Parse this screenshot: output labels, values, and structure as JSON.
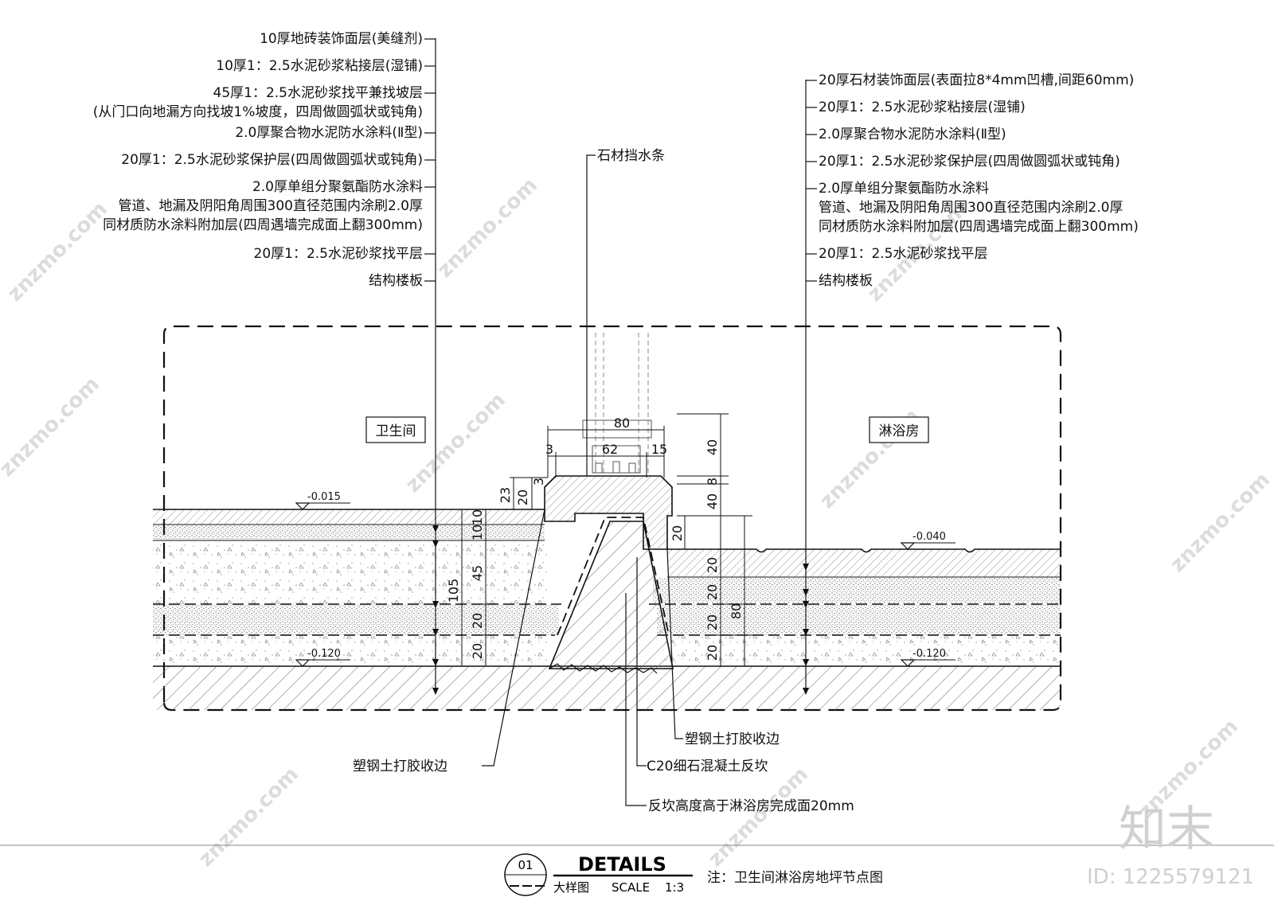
{
  "left_callouts": [
    {
      "lines": [
        "10厚地砖装饰面层(美缝剂)"
      ]
    },
    {
      "lines": [
        "10厚1：2.5水泥砂浆粘接层(湿铺)"
      ]
    },
    {
      "lines": [
        "45厚1：2.5水泥砂浆找平兼找坡层",
        "(从门口向地漏方向找坡1%坡度，四周做圆弧状或钝角)"
      ]
    },
    {
      "lines": [
        "2.0厚聚合物水泥防水涂料(Ⅱ型)"
      ]
    },
    {
      "lines": [
        "20厚1：2.5水泥砂浆保护层(四周做圆弧状或钝角)"
      ]
    },
    {
      "lines": [
        "2.0厚单组分聚氨酯防水涂料",
        "管道、地漏及阴阳角周围300直径范围内涂刷2.0厚",
        "同材质防水涂料附加层(四周遇墙完成面上翻300mm)"
      ]
    },
    {
      "lines": [
        "20厚1：2.5水泥砂浆找平层"
      ]
    },
    {
      "lines": [
        "结构楼板"
      ]
    }
  ],
  "right_callouts": [
    {
      "lines": [
        "20厚石材装饰面层(表面拉8*4mm凹槽,间距60mm)"
      ]
    },
    {
      "lines": [
        "20厚1：2.5水泥砂浆粘接层(湿铺)"
      ]
    },
    {
      "lines": [
        "2.0厚聚合物水泥防水涂料(Ⅱ型)"
      ]
    },
    {
      "lines": [
        "20厚1：2.5水泥砂浆保护层(四周做圆弧状或钝角)"
      ]
    },
    {
      "lines": [
        "2.0厚单组分聚氨酯防水涂料",
        "管道、地漏及阴阳角周围300直径范围内涂刷2.0厚",
        "同材质防水涂料附加层(四周遇墙完成面上翻300mm)"
      ]
    },
    {
      "lines": [
        "20厚1：2.5水泥砂浆找平层"
      ]
    },
    {
      "lines": [
        "结构楼板"
      ]
    }
  ],
  "top_callout": "石材挡水条",
  "bottom_callouts": {
    "left_sealant": "塑钢土打胶收边",
    "right_sealant": "塑钢土打胶收边",
    "concrete": "C20细石混凝土反坎",
    "note": "反坎高度高于淋浴房完成面20mm"
  },
  "rooms": {
    "left": "卫生间",
    "right": "淋浴房"
  },
  "elevations": {
    "left_top": "-0.015",
    "right_top": "-0.040",
    "left_bottom": "-0.120",
    "right_bottom": "-0.120"
  },
  "dimensions": {
    "top_80": "80",
    "d3": "3",
    "d62": "62",
    "d15": "15",
    "d23": "23",
    "d20a": "20",
    "d3b": "3",
    "d10a": "10",
    "d10b": "10",
    "d45": "45",
    "d105": "105",
    "d20l1": "20",
    "d20l2": "20",
    "r40a": "40",
    "r8": "8",
    "r40b": "40",
    "r20top": "20",
    "r20a": "20",
    "r20b": "20",
    "r20c": "20",
    "r20d": "20",
    "r80": "80"
  },
  "title_block": {
    "number": "01",
    "title": "DETAILS",
    "subtitle": "大样图",
    "scale_label": "SCALE",
    "scale_value": "1:3",
    "note": "注：卫生间淋浴房地坪节点图"
  },
  "watermark": {
    "text": "znzmo.com",
    "brand": "知末",
    "id": "ID: 1225579121"
  }
}
